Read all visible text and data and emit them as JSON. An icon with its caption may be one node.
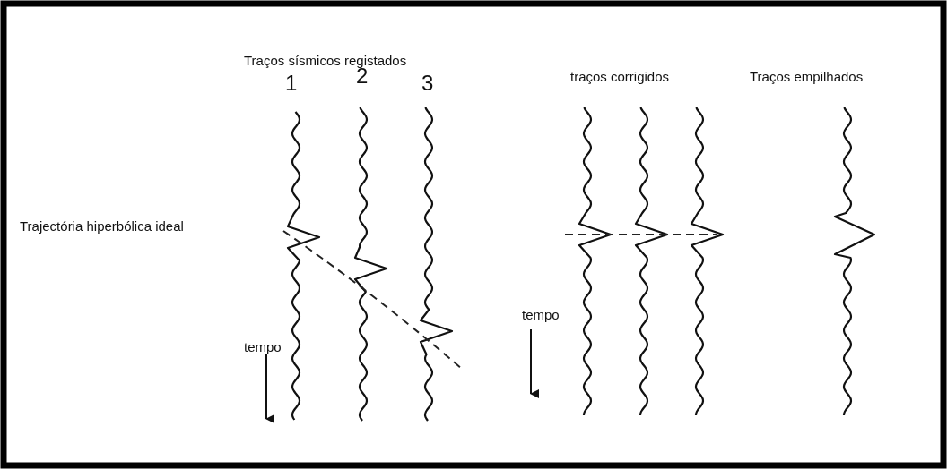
{
  "diagram": {
    "labels": [
      "Traços sísmicos registados",
      "1",
      "2",
      "3",
      "traços corrigidos",
      "Traços empilhados",
      "Trajectória hiperbólica ideal",
      "tempo",
      "tempo"
    ]
  }
}
